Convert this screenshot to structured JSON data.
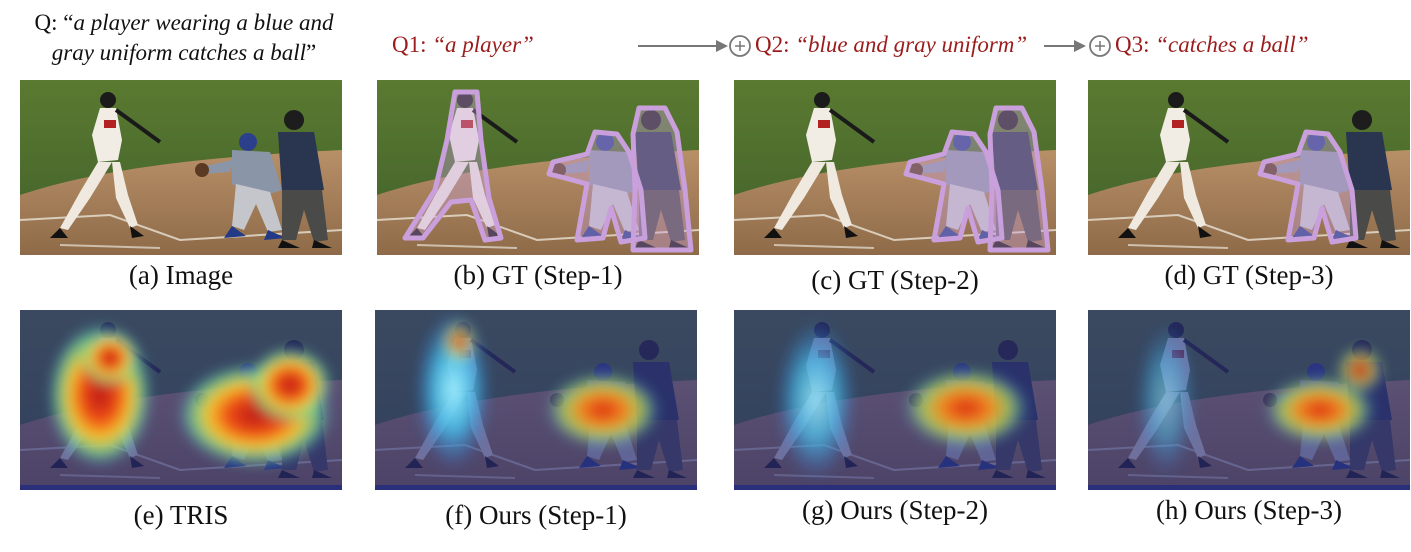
{
  "query": {
    "prefix": "Q: “",
    "line1": "a player wearing a blue and",
    "line2": "gray uniform catches a ball",
    "suffix": "”"
  },
  "steps": [
    {
      "label": "Q1: ",
      "text": "“a player”"
    },
    {
      "label": "Q2: ",
      "text": "“blue and gray uniform”"
    },
    {
      "label": "Q3: ",
      "text": "“catches a ball”"
    }
  ],
  "captions": {
    "a": "(a) Image",
    "b": "(b) GT (Step-1)",
    "c": "(c) GT (Step-2)",
    "d": "(d) GT (Step-3)",
    "e": "(e) TRIS",
    "f": "(f) Ours (Step-1)",
    "g": "(g) Ours (Step-2)",
    "h": "(h) Ours (Step-3)"
  },
  "colors": {
    "query_red": "#9b1c1c",
    "mask_purple": "#c9a0dc",
    "grass": "#4f6b2c",
    "dirt": "#a9805a",
    "heat_bg": "#2a2f7a"
  },
  "icons": [
    "arrow-right-icon",
    "plus-circle-icon"
  ]
}
